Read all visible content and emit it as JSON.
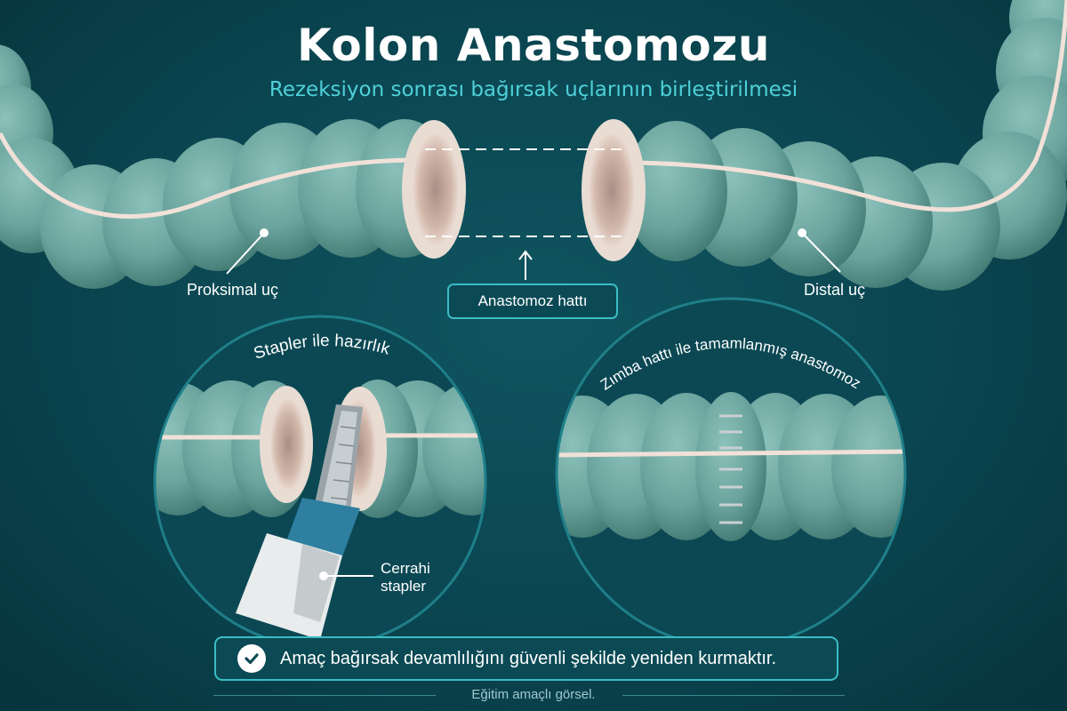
{
  "header": {
    "title": "Kolon Anastomozu",
    "subtitle": "Rezeksiyon sonrası bağırsak uçlarının birleştirilmesi"
  },
  "labels": {
    "proximal": "Proksimal uç",
    "distal": "Distal uç",
    "anastomosis_line": "Anastomoz hattı",
    "stapler_line1": "Cerrahi",
    "stapler_line2": "stapler"
  },
  "panels": {
    "left_title": "Stapler ile hazırlık",
    "right_title": "Zımba hattı ile tamamlanmış anastomoz"
  },
  "goal": {
    "text": "Amaç bağırsak devamlılığını güvenli şekilde yeniden kurmaktır.",
    "icon": "check-icon"
  },
  "footer": {
    "note": "Eğitim amaçlı görsel."
  },
  "colors": {
    "background": "#0a4550",
    "tissue": "#6fa8a2",
    "tissue_dark": "#4f8983",
    "lumen": "#d9c2b6",
    "accent": "#3bbcc4",
    "subtitle": "#4fd1d9"
  }
}
